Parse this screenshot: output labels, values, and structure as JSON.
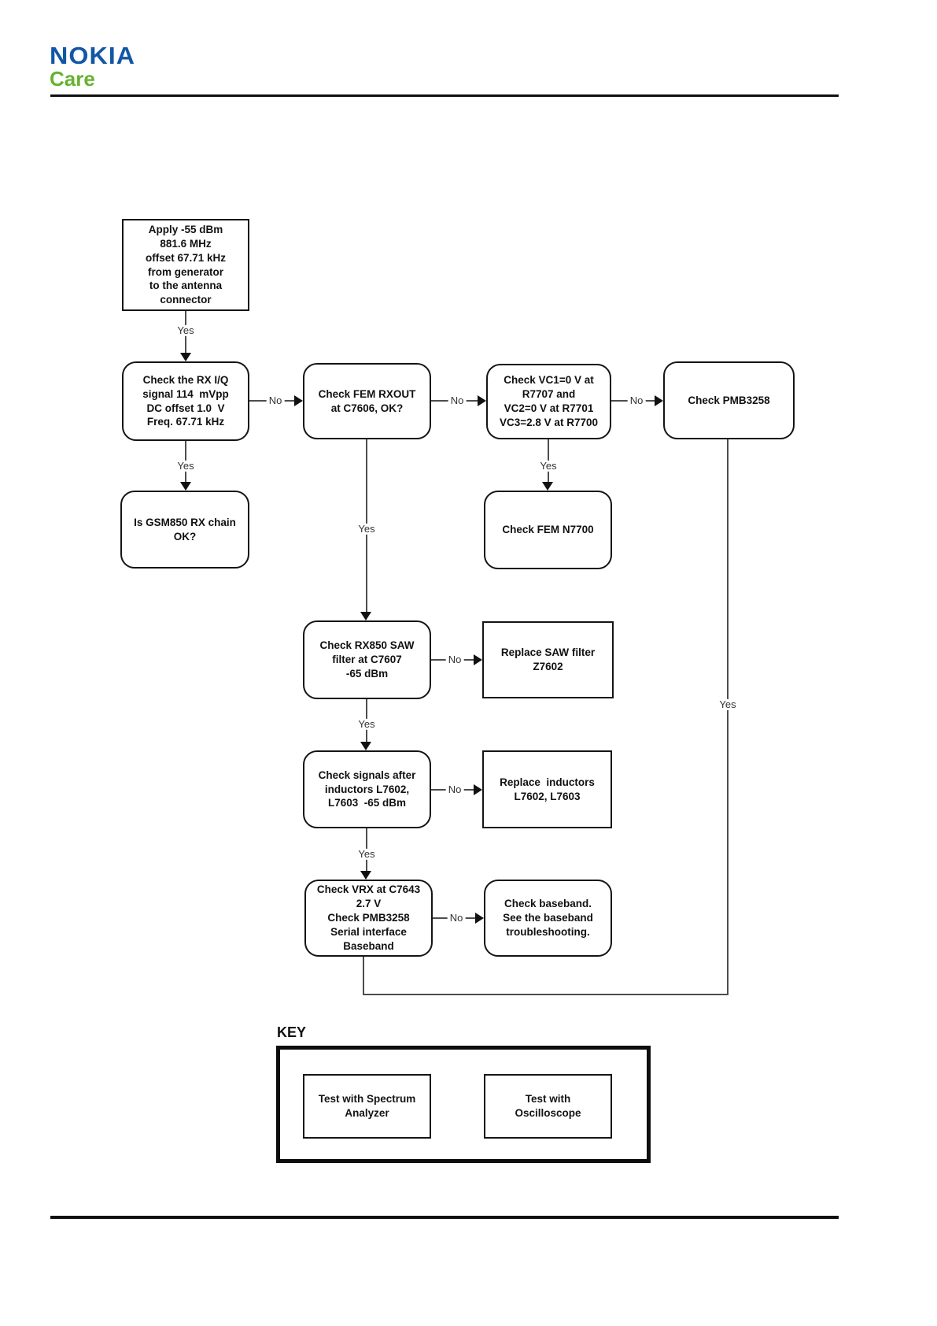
{
  "header": {
    "brand": "NOKIA",
    "sub_brand": "Care"
  },
  "colors": {
    "brand_blue": "#1257A5",
    "brand_green": "#66B22E",
    "line_black": "#141414"
  },
  "flowchart": {
    "nodes": {
      "apply_signal": "Apply -55 dBm\n881.6 MHz\noffset 67.71 kHz\nfrom generator\nto the antenna\nconnector",
      "check_rx_iq": "Check the RX I/Q\nsignal 114  mVpp\nDC offset 1.0  V\nFreq. 67.71 kHz",
      "check_fem_rxout": "Check FEM RXOUT\nat C7606, OK?",
      "check_vc": "Check VC1=0 V at\nR7707 and\nVC2=0 V at R7701\nVC3=2.8 V at R7700",
      "check_pmb3258": "Check PMB3258",
      "gsm850_ok": "Is GSM850 RX chain\nOK?",
      "check_fem_n7700": "Check FEM N7700",
      "check_saw": "Check RX850 SAW\nfilter at C7607\n-65 dBm",
      "replace_saw": "Replace SAW filter\nZ7602",
      "check_inductors": "Check signals after\ninductors L7602,\nL7603  -65 dBm",
      "replace_inductors": "Replace  inductors\nL7602, L7603",
      "check_vrx": "Check VRX at C7643\n2.7 V\nCheck PMB3258\nSerial interface\nBaseband",
      "check_baseband": "Check baseband.\nSee the baseband\ntroubleshooting."
    },
    "edge_labels": {
      "apply_to_rxiq": "Yes",
      "rxiq_to_fem": "No",
      "fem_to_vc": "No",
      "vc_to_pmb": "No",
      "rxiq_to_gsm850": "Yes",
      "vc_to_n7700": "Yes",
      "fem_to_saw": "Yes",
      "saw_to_replace": "No",
      "saw_to_inductors": "Yes",
      "inductors_to_replace": "No",
      "inductors_to_vrx": "Yes",
      "vrx_to_baseband": "No",
      "pmb_return": "Yes"
    }
  },
  "key": {
    "title": "KEY",
    "spectrum": "Test with Spectrum\nAnalyzer",
    "oscilloscope": "Test with\nOscilloscope"
  }
}
